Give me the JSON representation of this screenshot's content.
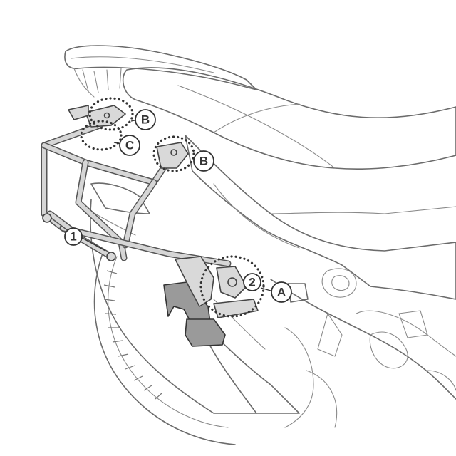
{
  "callouts": {
    "part_1": "1",
    "part_2": "2",
    "point_a": "A",
    "point_b_upper": "B",
    "point_b_lower": "B",
    "point_c": "C"
  }
}
